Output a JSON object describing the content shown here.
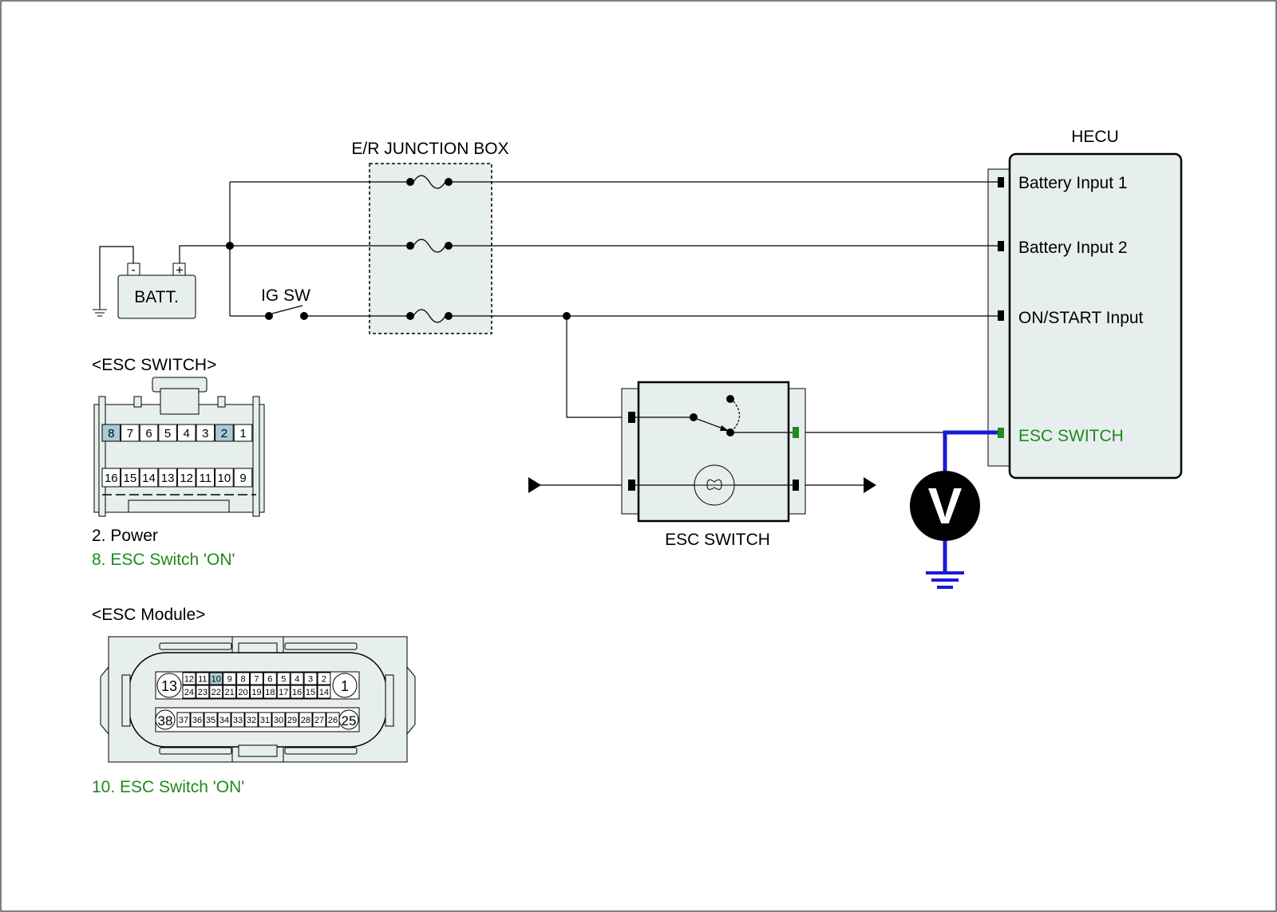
{
  "labels": {
    "junction_box": "E/R JUNCTION BOX",
    "hecu": "HECU",
    "battery": "BATT.",
    "batt_minus": "-",
    "batt_plus": "+",
    "ig_sw": "IG SW",
    "esc_switch_device": "ESC SWITCH",
    "voltmeter": "V"
  },
  "hecu_pins": {
    "battery_input_1": "Battery Input 1",
    "battery_input_2": "Battery Input 2",
    "on_start_input": "ON/START Input",
    "esc_switch": "ESC SWITCH"
  },
  "esc_switch_connector": {
    "title": "<ESC SWITCH>",
    "top_row": [
      "8",
      "7",
      "6",
      "5",
      "4",
      "3",
      "2",
      "1"
    ],
    "bottom_row": [
      "16",
      "15",
      "14",
      "13",
      "12",
      "11",
      "10",
      "9"
    ],
    "highlighted": [
      "8",
      "2"
    ],
    "notes": [
      "2. Power",
      "8. ESC Switch 'ON'"
    ]
  },
  "esc_module_connector": {
    "title": "<ESC Module>",
    "big_left_top": "13",
    "big_right_top": "1",
    "row1": [
      "12",
      "11",
      "10",
      "9",
      "8",
      "7",
      "6",
      "5",
      "4",
      "3",
      "2"
    ],
    "row2": [
      "24",
      "23",
      "22",
      "21",
      "20",
      "19",
      "18",
      "17",
      "16",
      "15",
      "14"
    ],
    "big_left_bottom": "38",
    "big_right_bottom": "25",
    "row3": [
      "37",
      "36",
      "35",
      "34",
      "33",
      "32",
      "31",
      "30",
      "29",
      "28",
      "27",
      "26"
    ],
    "highlighted": [
      "10"
    ],
    "notes": [
      "10. ESC Switch 'ON'"
    ]
  },
  "colors": {
    "box_fill": "#e7eeee",
    "pin_highlight": "#a9ccd4",
    "probe_blue": "#1a1ad6",
    "signal_green": "#1e8a1e",
    "ink": "#000000"
  }
}
